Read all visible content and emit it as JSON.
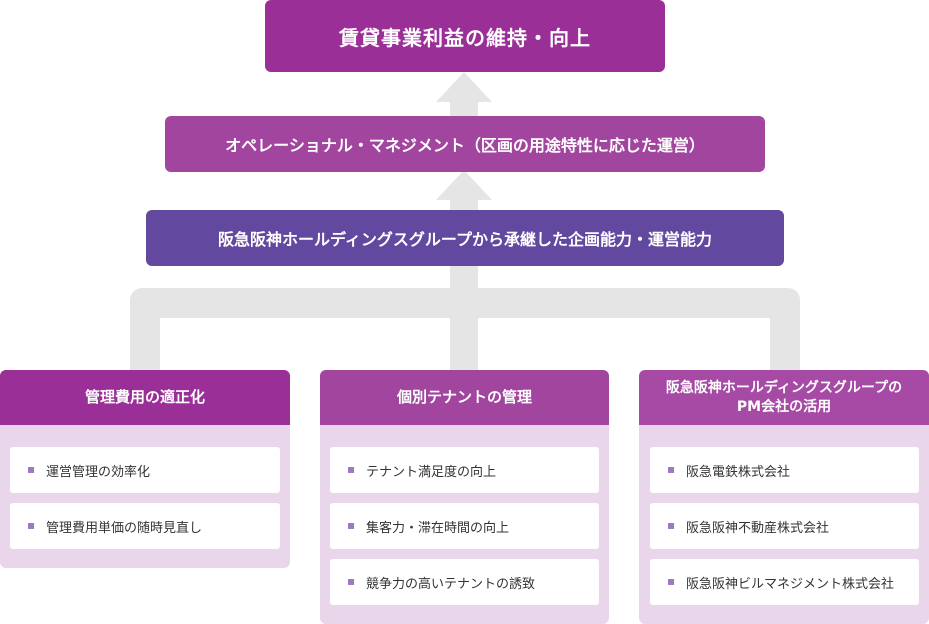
{
  "top_goal": "賃貸事業利益の維持・向上",
  "operational_management": "オペレーショナル・マネジメント（区画の用途特性に応じた運営）",
  "base_capability": "阪急阪神ホールディングスグループから承継した企画能力・運営能力",
  "columns": [
    {
      "title": "管理費用の適正化",
      "items": [
        "運営管理の効率化",
        "管理費用単価の随時見直し"
      ]
    },
    {
      "title": "個別テナントの管理",
      "items": [
        "テナント満足度の向上",
        "集客力・滞在時間の向上",
        "競争力の高いテナントの誘致"
      ]
    },
    {
      "title_line1": "阪急阪神ホールディングスグループの",
      "title_line2": "PM会社の活用",
      "items": [
        "阪急電鉄株式会社",
        "阪急阪神不動産株式会社",
        "阪急阪神ビルマネジメント株式会社"
      ]
    }
  ],
  "colors": {
    "dark_magenta": "#9b2f98",
    "magenta": "#a1459e",
    "purple": "#63489f",
    "panel_bg": "#ead6ea",
    "connector": "#e5e5e5",
    "bullet": "#9b7ac0"
  }
}
